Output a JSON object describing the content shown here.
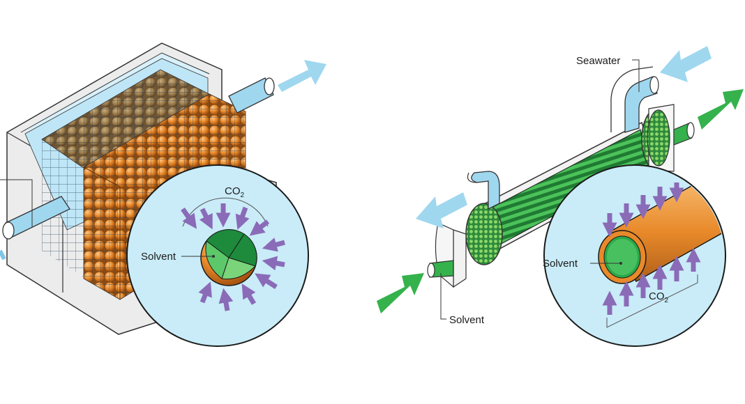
{
  "left_panel": {
    "inset_gas_label": "CO",
    "inset_gas_subscript": "2",
    "inset_solvent_label": "Solvent"
  },
  "right_panel": {
    "seawater_label": "Seawater",
    "solvent_label": "Solvent",
    "inset_solvent_label": "Solvent",
    "inset_gas_label": "CO",
    "inset_gas_subscript": "2"
  },
  "colors": {
    "bead_orange": "#e8892a",
    "bead_brown": "#9a7a4a",
    "solvent_green": "#2aa84a",
    "water_blue": "#a8dcf0",
    "inset_bg": "#c9ecf8",
    "co2_arrow_purple": "#8a6bb8",
    "housing_gray": "#ececec"
  }
}
